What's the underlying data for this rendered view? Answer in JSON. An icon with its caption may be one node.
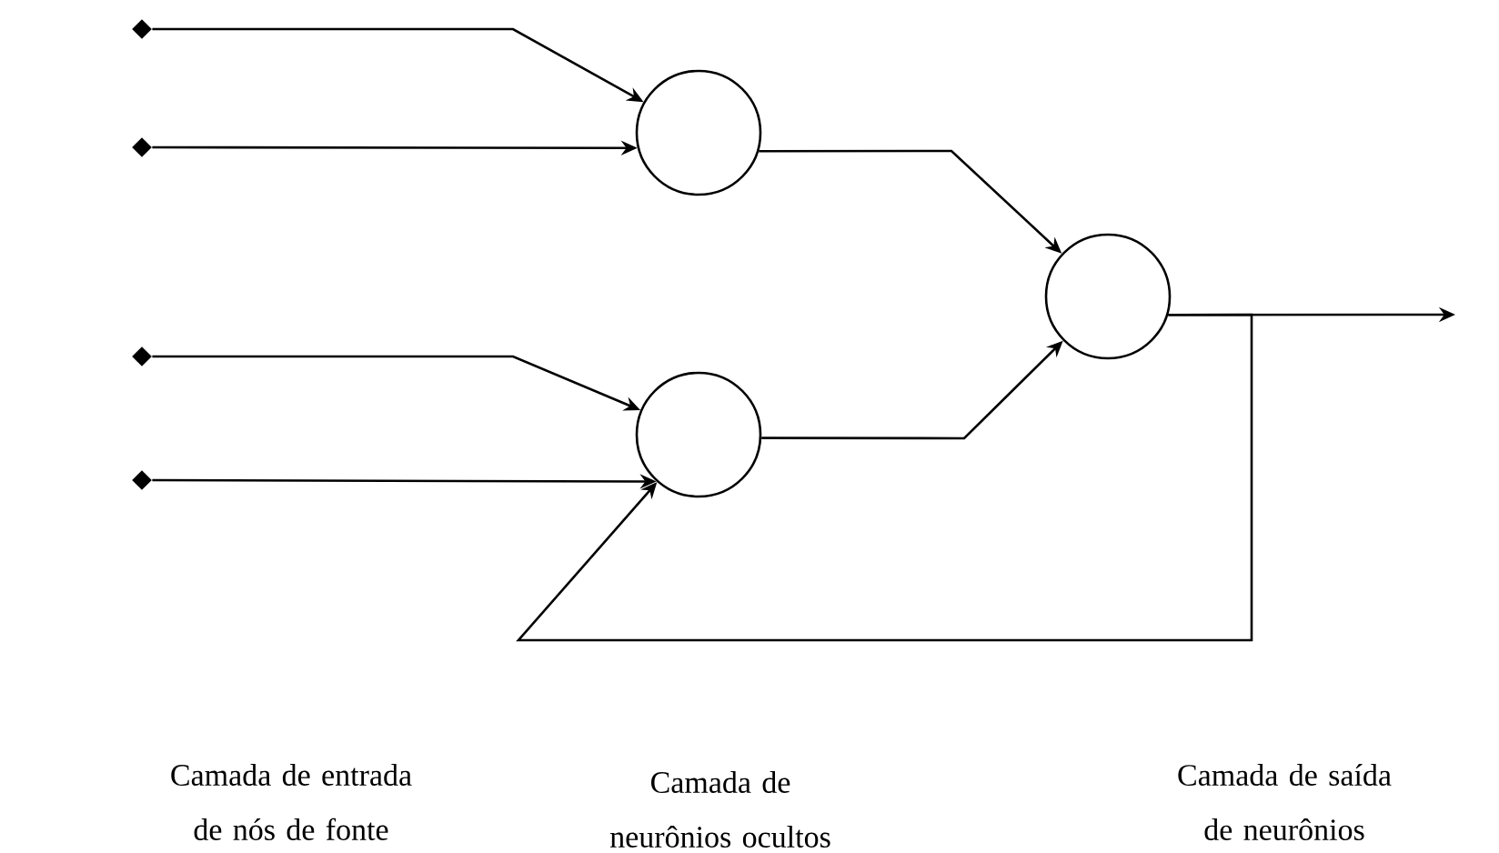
{
  "diagram": {
    "nodes": [
      {
        "text": [],
        "shape": "diamond"
      },
      {
        "text": [],
        "shape": "diamond"
      },
      {
        "text": [],
        "shape": "diamond"
      },
      {
        "text": [],
        "shape": "diamond"
      },
      {
        "text": [],
        "shape": "circle"
      },
      {
        "text": [],
        "shape": "circle"
      },
      {
        "text": [],
        "shape": "circle"
      }
    ],
    "edges": [
      {
        "from": 0,
        "to": 4,
        "arrow": "to"
      },
      {
        "from": 1,
        "to": 4,
        "arrow": "to"
      },
      {
        "from": 2,
        "to": 5,
        "arrow": "to"
      },
      {
        "from": 3,
        "to": 5,
        "arrow": "to"
      },
      {
        "from": 4,
        "to": 6,
        "arrow": "to"
      },
      {
        "from": 5,
        "to": 6,
        "arrow": "to"
      },
      {
        "from": 6,
        "to": null,
        "arrow": "to"
      },
      {
        "from": 6,
        "to": 5,
        "arrow": "to"
      }
    ],
    "labels": [
      "Camada de entrada de nós de fonte",
      "Camada de neurônios ocultos",
      "Camada de saída de neurônios"
    ]
  }
}
